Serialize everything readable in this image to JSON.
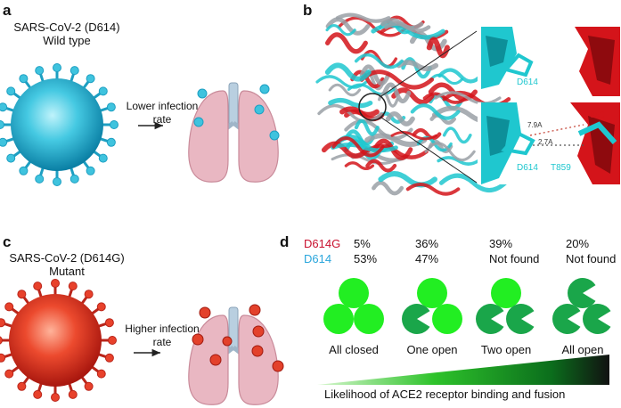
{
  "panels": {
    "a": {
      "label": "a",
      "title_line1": "SARS-CoV-2 (D614)",
      "title_line2": "Wild  type",
      "arrow_text_line1": "Lower infection",
      "arrow_text_line2": "rate",
      "virus_color": "#3fc3de",
      "lung_color": "#e9b7c2"
    },
    "b": {
      "label": "b",
      "residue_top": "D614",
      "residue_bottom_left": "D614",
      "residue_bottom_right": "T859",
      "residue_mutant": "T859",
      "dist_1": "7.9A",
      "dist_2": "2.7A",
      "cyan": "#1fc7cf",
      "red": "#d4141a"
    },
    "c": {
      "label": "c",
      "title_line1": "SARS-CoV-2 (D614G)",
      "title_line2": "Mutant",
      "arrow_text_line1": "Higher infection",
      "arrow_text_line2": "rate",
      "virus_color": "#e8412b"
    },
    "d": {
      "label": "d",
      "row1_name": "D614G",
      "row1_color": "#c8102e",
      "row2_name": "D614",
      "row2_color": "#2aa6dc",
      "states": [
        {
          "label": "All closed",
          "d614g": "5%",
          "d614": "53%",
          "open_count": 0
        },
        {
          "label": "One open",
          "d614g": "36%",
          "d614": "47%",
          "open_count": 1
        },
        {
          "label": "Two open",
          "d614g": "39%",
          "d614": "Not found",
          "open_count": 2
        },
        {
          "label": "All open",
          "d614g": "20%",
          "d614": "Not found",
          "open_count": 3
        }
      ],
      "closed_color": "#22ee22",
      "open_color": "#1aa64a",
      "gradient_caption": "Likelihood of ACE2 receptor binding and fusion"
    }
  }
}
